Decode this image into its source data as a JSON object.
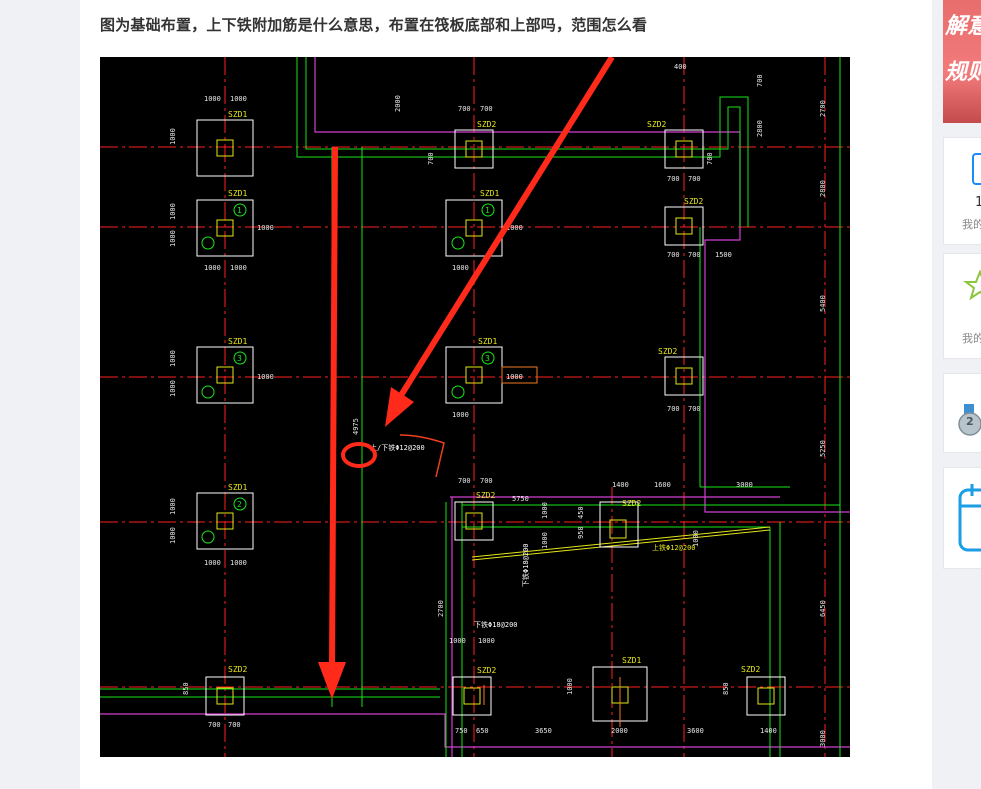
{
  "question": {
    "title": "图为基础布置，上下铁附加筋是什么意思，布置在筏板底部和上部吗，范围怎么看"
  },
  "drawing": {
    "labels": {
      "szd1": "SZD1",
      "szd2": "SZD2",
      "d1000": "1000",
      "d700": "700",
      "d400": "400",
      "d750": "750",
      "d650": "650",
      "d950": "950",
      "d850": "850",
      "d450": "450",
      "d1400": "1400",
      "d1600": "1600",
      "d1500": "1500",
      "d2000": "2000",
      "d2800": "2800",
      "d2700": "2700",
      "d3000": "3000",
      "d3650": "3650",
      "d3600": "3600",
      "d4975": "4975",
      "d5250": "5250",
      "d5400": "5400",
      "d5750": "5750",
      "d6450": "6450",
      "rebar1": "上/下铁Φ12@200",
      "rebar2": "下铁Φ18@200",
      "rebar3": "下铁Φ18@200",
      "rebar4": "上铁Φ12@200",
      "n1": "1",
      "n2": "2",
      "n3": "3"
    },
    "colors": {
      "background": "#000000",
      "arrow": "#ff2a1a",
      "gridline": "#ff2020",
      "green": "#19e619",
      "magenta": "#d040d0",
      "yellow": "#e6e619",
      "white": "#ffffff"
    }
  },
  "sidebar": {
    "banner_line1": "解意",
    "banner_line2": "规则",
    "card1_count": "1",
    "card1_label": "我的",
    "card2_label": "我的",
    "card3_badge": "2"
  }
}
